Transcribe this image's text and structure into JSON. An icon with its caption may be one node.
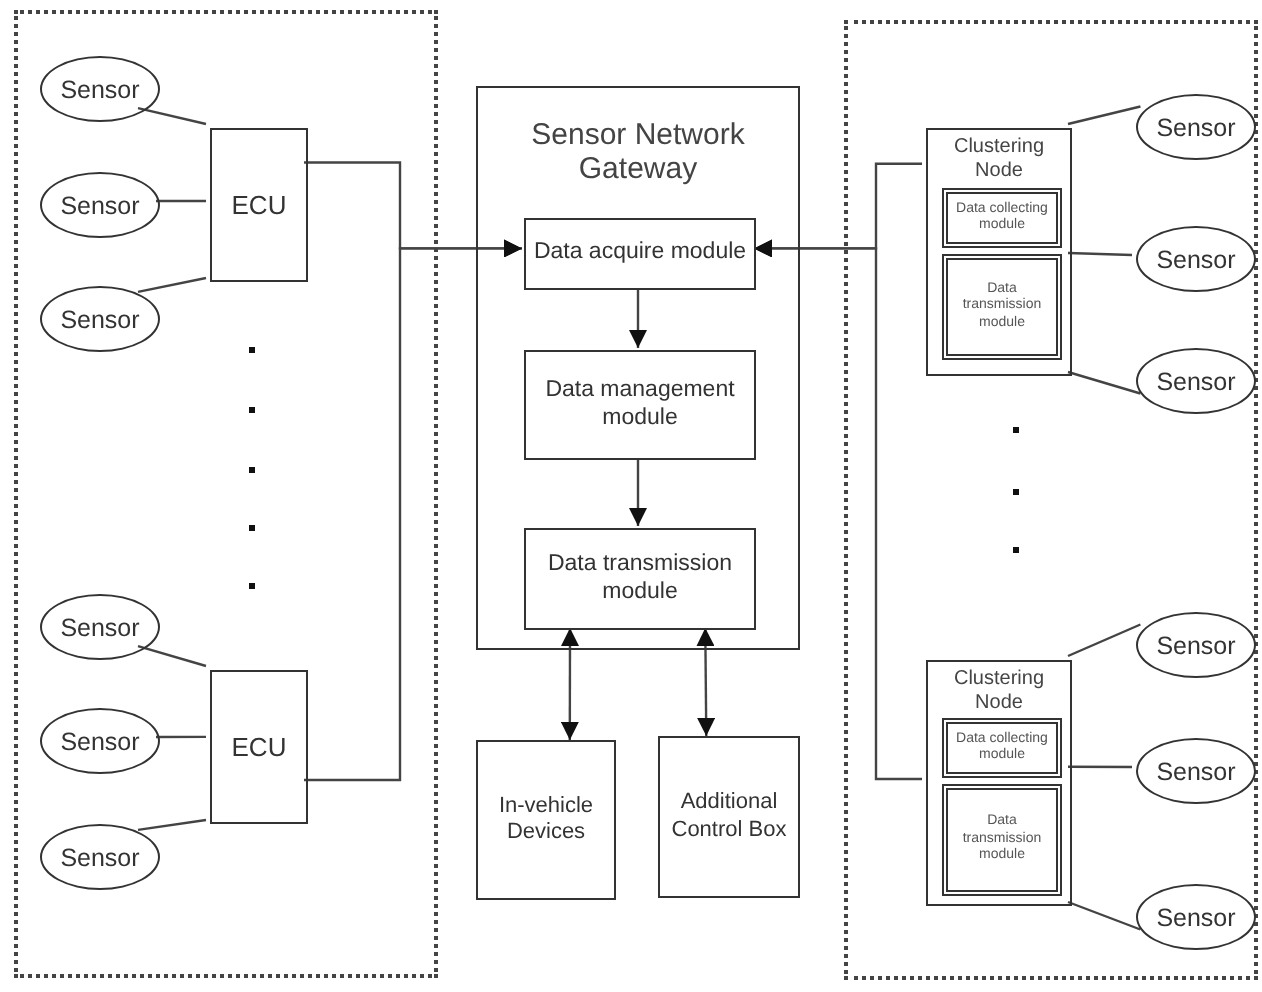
{
  "diagram": {
    "nodes": [
      {
        "text": [],
        "shape": "box"
      },
      {
        "text": [
          "Sensor"
        ],
        "in": 0
      },
      {
        "text": [
          "Sensor"
        ],
        "in": 0
      },
      {
        "text": [
          "Sensor"
        ],
        "in": 0
      },
      {
        "text": [
          "ECU"
        ],
        "in": 0
      },
      {
        "text": [
          "Sensor"
        ],
        "in": 0
      },
      {
        "text": [
          "Sensor"
        ],
        "in": 0
      },
      {
        "text": [
          "Sensor"
        ],
        "in": 0
      },
      {
        "text": [
          "ECU"
        ],
        "in": 0
      },
      {
        "text": [
          "Sensor Network Gateway"
        ]
      },
      {
        "text": [
          "Data acquire module"
        ],
        "in": 9
      },
      {
        "text": [
          "Data management module"
        ],
        "in": 9
      },
      {
        "text": [
          "Data transmission module"
        ],
        "in": 9
      },
      {
        "text": [
          "In-vehicle Devices"
        ]
      },
      {
        "text": [
          "Additional Control Box"
        ]
      },
      {
        "text": [],
        "shape": "box"
      },
      {
        "text": [
          "Clustering Node"
        ],
        "in": 15
      },
      {
        "text": [
          "Data collecting module"
        ],
        "in": 16
      },
      {
        "text": [
          "Data transmission module"
        ],
        "in": 16
      },
      {
        "text": [
          "Clustering Node"
        ],
        "in": 15
      },
      {
        "text": [
          "Data collecting module"
        ],
        "in": 19
      },
      {
        "text": [
          "Data transmission module"
        ],
        "in": 19
      },
      {
        "text": [
          "Sensor"
        ],
        "in": 15
      },
      {
        "text": [
          "Sensor"
        ],
        "in": 15
      },
      {
        "text": [
          "Sensor"
        ],
        "in": 15
      },
      {
        "text": [
          "Sensor"
        ],
        "in": 15
      },
      {
        "text": [
          "Sensor"
        ],
        "in": 15
      },
      {
        "text": [
          "Sensor"
        ],
        "in": 15
      }
    ],
    "edges": [
      {
        "from": 1,
        "to": 4,
        "arrow": "none"
      },
      {
        "from": 2,
        "to": 4,
        "arrow": "none"
      },
      {
        "from": 3,
        "to": 4,
        "arrow": "none"
      },
      {
        "from": 5,
        "to": 8,
        "arrow": "none"
      },
      {
        "from": 6,
        "to": 8,
        "arrow": "none"
      },
      {
        "from": 7,
        "to": 8,
        "arrow": "none"
      },
      {
        "from": 4,
        "to": 10,
        "arrow": "to"
      },
      {
        "from": 8,
        "to": 10,
        "arrow": "to"
      },
      {
        "from": 10,
        "to": 11,
        "arrow": "to"
      },
      {
        "from": 11,
        "to": 12,
        "arrow": "to"
      },
      {
        "from": 12,
        "to": 13,
        "arrow": "both"
      },
      {
        "from": 12,
        "to": 14,
        "arrow": "both"
      },
      {
        "from": 16,
        "to": 10,
        "arrow": "to"
      },
      {
        "from": 19,
        "to": 10,
        "arrow": "to"
      },
      {
        "from": 16,
        "to": 22,
        "arrow": "none"
      },
      {
        "from": 16,
        "to": 23,
        "arrow": "none"
      },
      {
        "from": 16,
        "to": 24,
        "arrow": "none"
      },
      {
        "from": 19,
        "to": 25,
        "arrow": "none"
      },
      {
        "from": 19,
        "to": 26,
        "arrow": "none"
      },
      {
        "from": 19,
        "to": 27,
        "arrow": "none"
      }
    ]
  }
}
